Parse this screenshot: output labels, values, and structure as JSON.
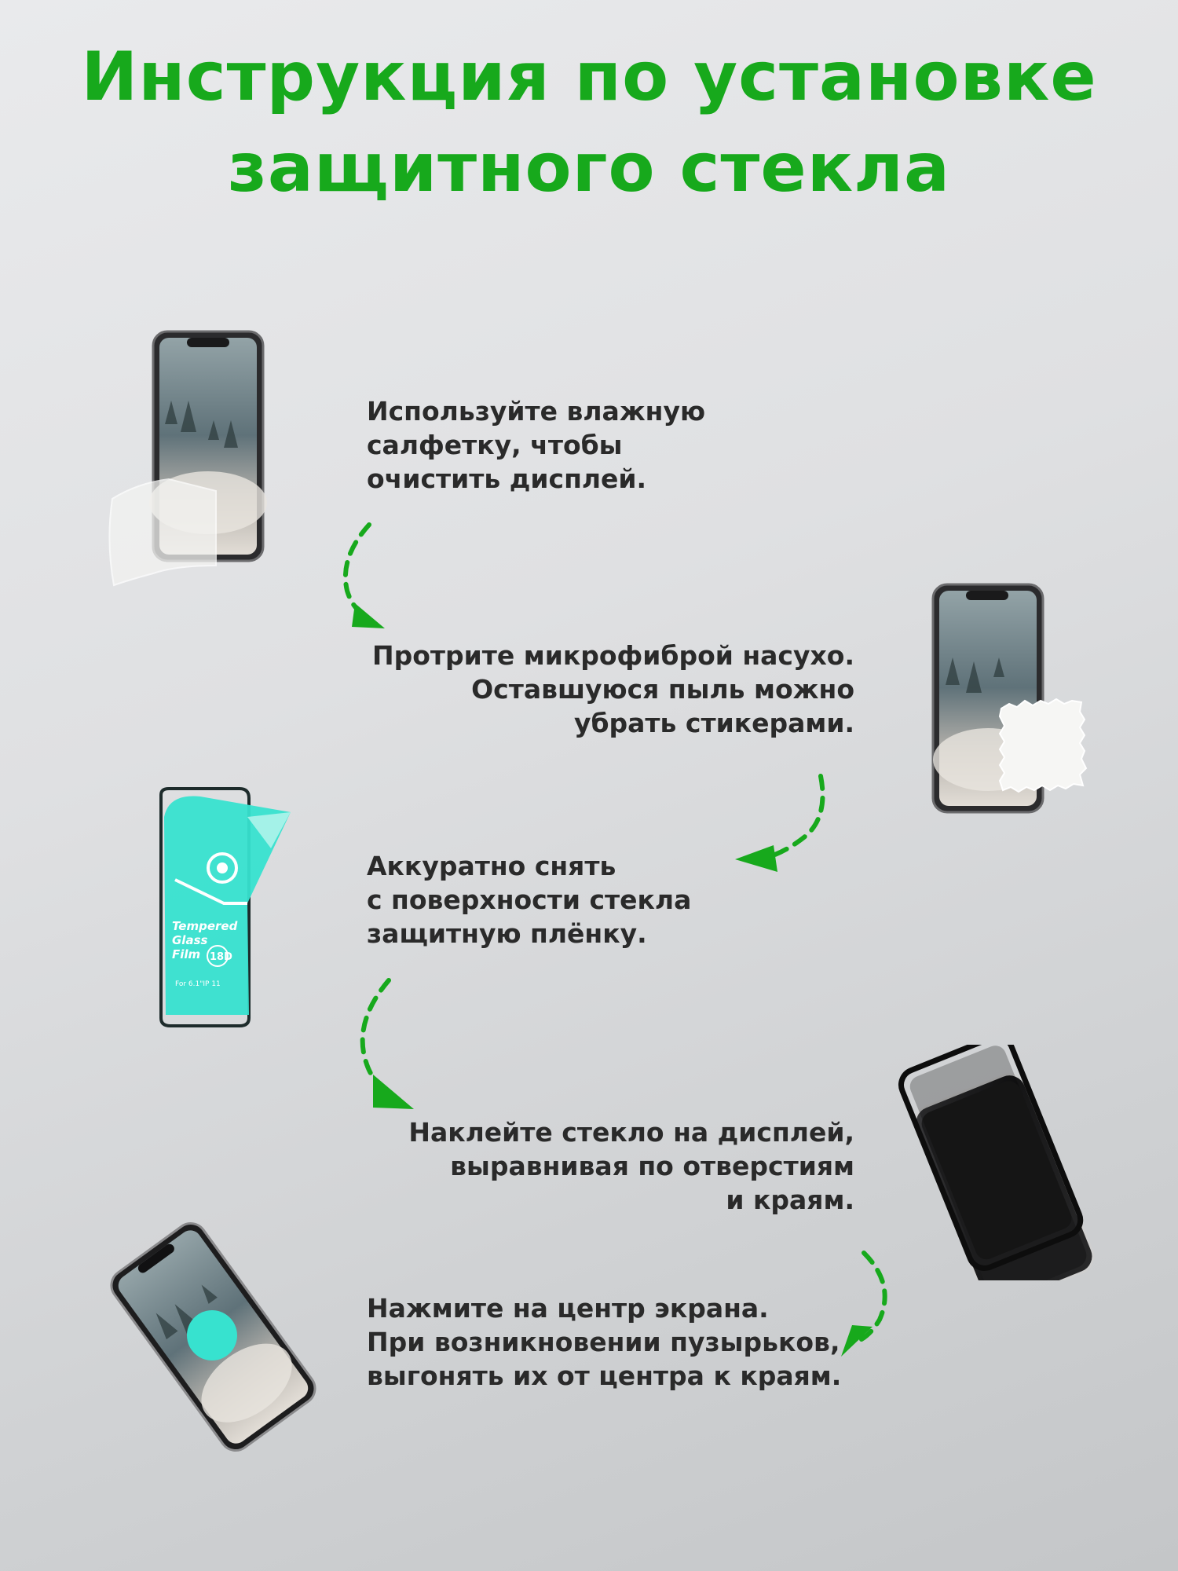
{
  "title": {
    "line1": "Инструкция по установке",
    "line2": "защитного стекла"
  },
  "steps": [
    {
      "lines": [
        "Используйте влажную",
        "салфетку, чтобы",
        "очистить дисплей."
      ]
    },
    {
      "lines": [
        "Протрите микрофиброй насухо.",
        "Оставшуюся пыль можно",
        "убрать стикерами."
      ]
    },
    {
      "lines": [
        "Аккуратно снять",
        "с поверхности стекла",
        "защитную плёнку."
      ]
    },
    {
      "lines": [
        "Наклейте стекло на дисплей,",
        "выравнивая по отверстиям",
        "и краям."
      ]
    },
    {
      "lines": [
        "Нажмите на центр экрана.",
        "При возникновении пузырьков,",
        "выгонять их от центра к краям."
      ]
    }
  ],
  "film_label": {
    "line1": "Tempered",
    "line2": "Glass",
    "line3": "Film",
    "badge": "18D",
    "model": "For 6.1\"IP 11"
  },
  "colors": {
    "accent": "#17a91c",
    "text": "#2a2a2a",
    "film": "#37e2cf"
  }
}
